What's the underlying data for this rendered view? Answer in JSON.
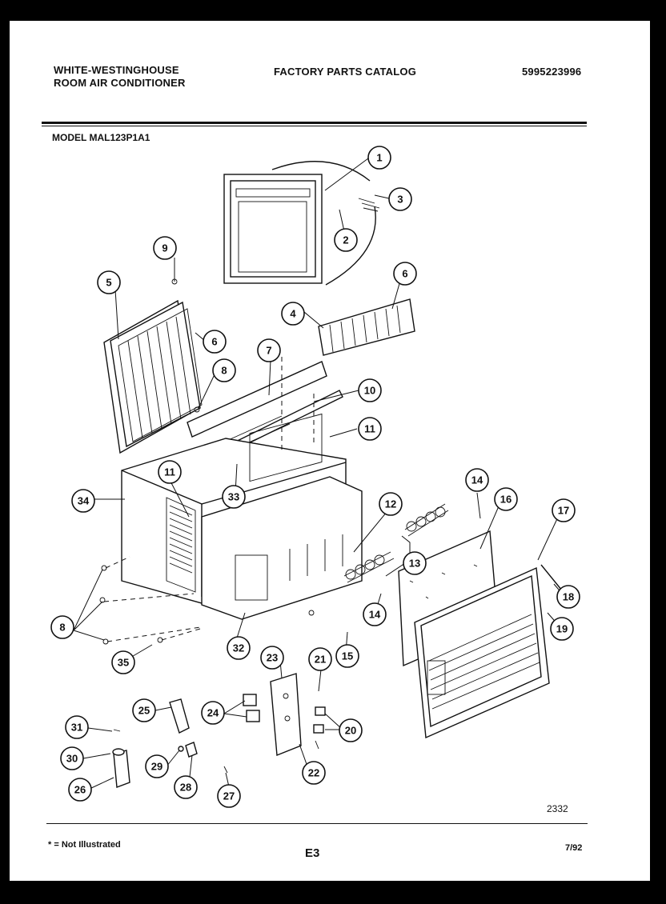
{
  "header": {
    "brand_line1": "WHITE-WESTINGHOUSE",
    "brand_line2": "ROOM AIR CONDITIONER",
    "catalog_title": "FACTORY PARTS CATALOG",
    "catalog_number": "5995223996"
  },
  "model_label": "MODEL MAL123P1A1",
  "figure_number": "2332",
  "footer": {
    "note": "* = Not Illustrated",
    "page_code": "E3",
    "date": "7/92"
  },
  "callouts": [
    "1",
    "2",
    "3",
    "4",
    "5",
    "6",
    "6",
    "7",
    "8",
    "8",
    "9",
    "10",
    "11",
    "11",
    "12",
    "13",
    "14",
    "14",
    "15",
    "16",
    "17",
    "18",
    "19",
    "20",
    "21",
    "22",
    "23",
    "24",
    "25",
    "26",
    "27",
    "28",
    "29",
    "30",
    "31",
    "32",
    "33",
    "34",
    "35"
  ]
}
